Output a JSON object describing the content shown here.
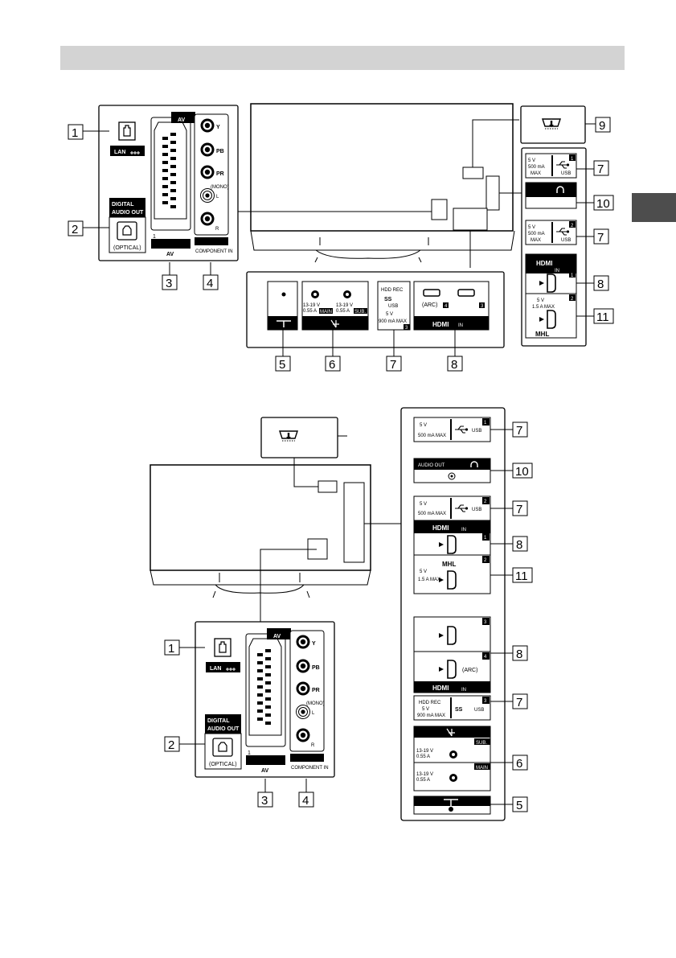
{
  "callouts": {
    "c1": "1",
    "c2": "2",
    "c3": "3",
    "c4": "4",
    "c5": "5",
    "c6": "6",
    "c7": "7",
    "c8": "8",
    "c9": "9",
    "c10": "10",
    "c11": "11"
  },
  "labels": {
    "lan": "LAN",
    "digital": "DIGITAL",
    "audio_out": "AUDIO OUT",
    "optical": "(OPTICAL)",
    "av": "AV",
    "component_in": "COMPONENT IN",
    "y": "Y",
    "pb": "PB",
    "pr": "PR",
    "mono": "(MONO)",
    "l": "L",
    "r": "R",
    "n1": "1",
    "n2": "2",
    "n3": "3",
    "n4": "4",
    "usb": "USB",
    "v5": "5 V",
    "ma500": "500 mA MAX",
    "ma500a": "500 mA",
    "max": "MAX",
    "a15": "1.5 A MAX",
    "hdd_rec": "HDD REC",
    "ma900": "900 mA MAX",
    "hdmi": "HDMI",
    "in": "IN",
    "arc": "(ARC)",
    "mhl": "MHL",
    "v1319": "13-19 V",
    "a055": "0.55 A",
    "main": "MAIN",
    "sub": "SUB.",
    "ss": "SS"
  },
  "icons": [
    "ethernet-icon",
    "scart-connector-icon",
    "rca-jack-icon",
    "optical-port-icon",
    "usb-icon",
    "headphone-icon",
    "hdmi-port-icon",
    "antenna-icon",
    "satellite-dish-icon",
    "ir-blaster-icon"
  ],
  "colors": {
    "header_bar": "#d3d3d3",
    "side_tab": "#4d4d4d",
    "ink": "#000000"
  }
}
